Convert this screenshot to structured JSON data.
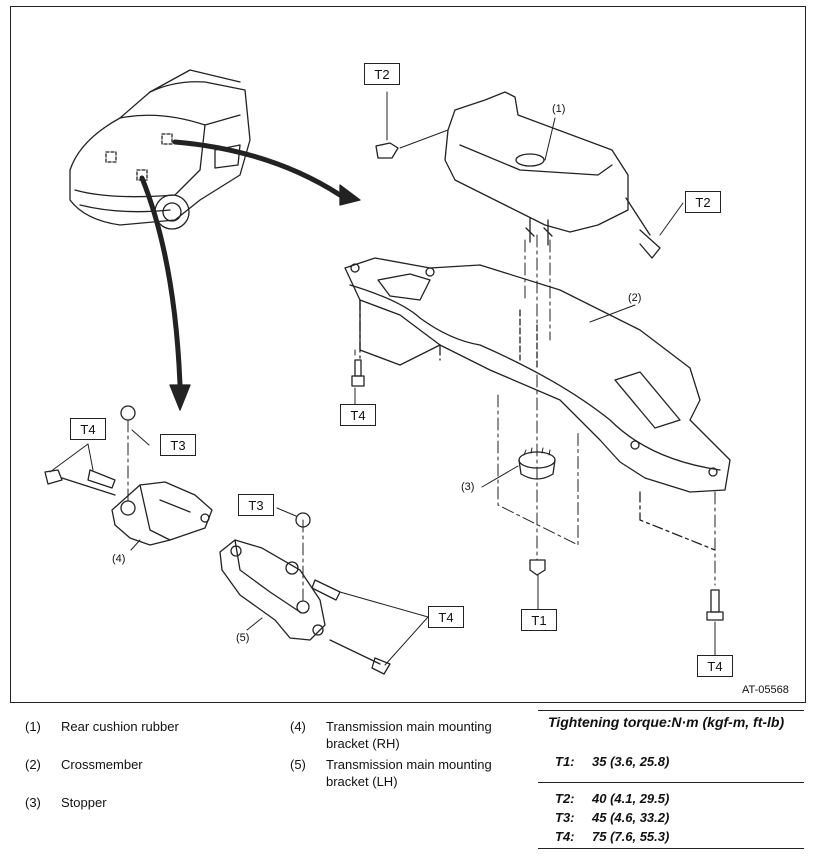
{
  "figure_code": "AT-05568",
  "callouts": {
    "c1": "(1)",
    "c2": "(2)",
    "c3": "(3)",
    "c4": "(4)",
    "c5": "(5)"
  },
  "tags": {
    "t1": "T1",
    "t2": "T2",
    "t3": "T3",
    "t4": "T4"
  },
  "legend": [
    {
      "num": "(1)",
      "text": "Rear cushion rubber"
    },
    {
      "num": "(2)",
      "text": "Crossmember"
    },
    {
      "num": "(3)",
      "text": "Stopper"
    },
    {
      "num": "(4)",
      "text": "Transmission main mounting bracket (RH)"
    },
    {
      "num": "(5)",
      "text": "Transmission main mounting bracket (LH)"
    }
  ],
  "torque": {
    "title": "Tightening torque:N·m (kgf-m, ft-lb)",
    "rows": [
      {
        "key": "T1:",
        "value": "35 (3.6, 25.8)"
      },
      {
        "key": "T2:",
        "value": "40 (4.1, 29.5)"
      },
      {
        "key": "T3:",
        "value": "45 (4.6, 33.2)"
      },
      {
        "key": "T4:",
        "value": "75 (7.6, 55.3)"
      }
    ]
  }
}
